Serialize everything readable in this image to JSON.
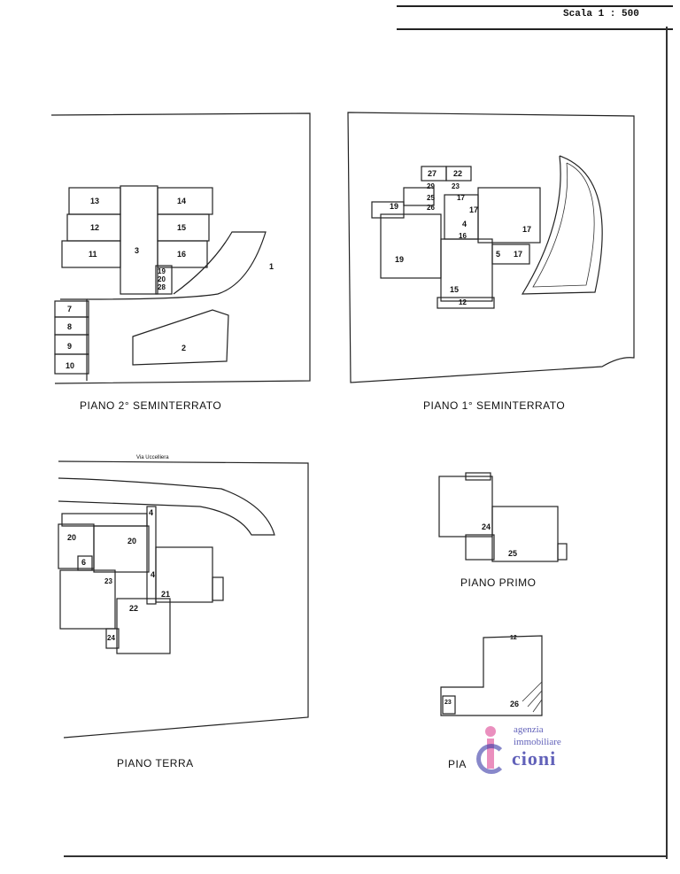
{
  "scale": "Scala 1 : 500",
  "plans": {
    "p2s": {
      "title": "PIANO 2° SEMINTERRATO"
    },
    "p1s": {
      "title": "PIANO 1° SEMINTERRATO"
    },
    "pt": {
      "title": "PIANO TERRA",
      "street": "Via Uccelliera"
    },
    "pp": {
      "title": "PIANO PRIMO"
    },
    "ps": {
      "title": "PIA"
    }
  },
  "numbers": {
    "p2s": [
      "13",
      "14",
      "12",
      "15",
      "11",
      "3",
      "16",
      "1",
      "19",
      "20",
      "28",
      "7",
      "8",
      "9",
      "10",
      "2"
    ],
    "p1s": [
      "27",
      "22",
      "29",
      "23",
      "19",
      "25",
      "17",
      "26",
      "17",
      "4",
      "16",
      "17",
      "19",
      "5",
      "17",
      "15",
      "12"
    ],
    "pt": [
      "4",
      "20",
      "20",
      "6",
      "4",
      "23",
      "21",
      "22",
      "24"
    ],
    "pp": [
      "24",
      "25"
    ],
    "ps": [
      "12",
      "26",
      "23"
    ]
  },
  "logo": {
    "line1": "agenzia",
    "line2": "immobiliare",
    "brand": "cioni"
  }
}
